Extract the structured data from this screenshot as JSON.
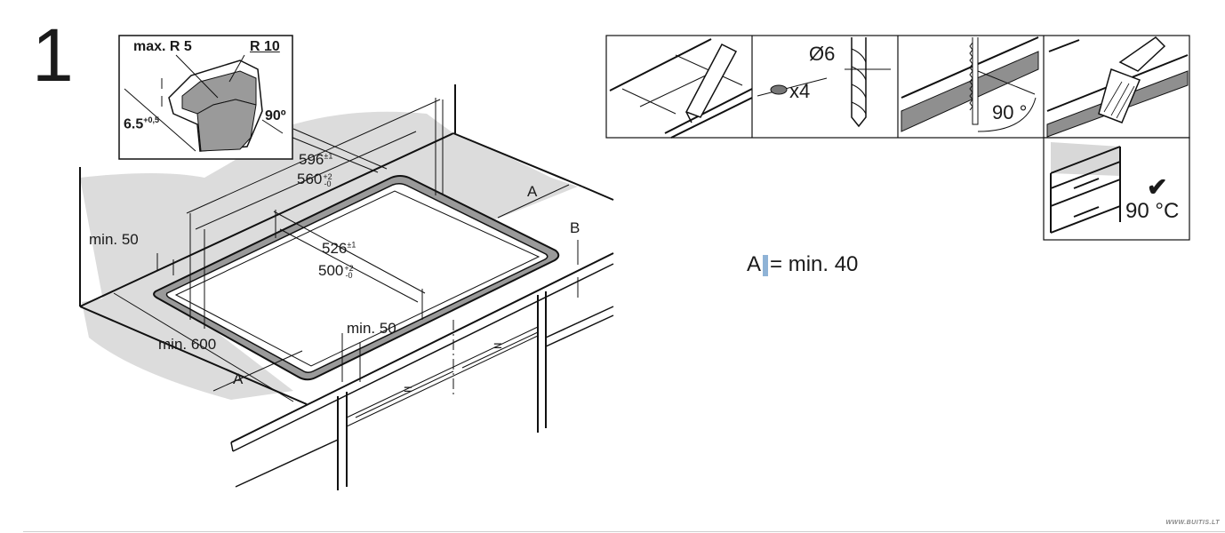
{
  "step": {
    "number": "1"
  },
  "inset": {
    "max_radius": "max. R 5",
    "radius": "R 10",
    "depth_value": "6.5",
    "depth_tolerance": "+0,5",
    "angle": "90º"
  },
  "dimensions": {
    "outer_width": "596",
    "outer_width_tol": "±1",
    "cutout_width": "560",
    "cutout_width_tol_top": "+2",
    "cutout_width_tol_bottom": "-0",
    "outer_depth": "526",
    "outer_depth_tol": "±1",
    "cutout_depth": "500",
    "cutout_depth_tol_top": "+2",
    "cutout_depth_tol_bottom": "-0",
    "min_side_left": "min. 50",
    "min_front": "min. 50",
    "min_worktop": "min. 600",
    "label_a_front": "A",
    "label_a_back": "A",
    "label_b": "B",
    "equal_left": "=",
    "equal_right": "="
  },
  "panels": {
    "drill_diameter": "Ø6",
    "dowel_count": "x4",
    "saw_angle": "90 °",
    "heat_resistance": "90 °C"
  },
  "formula": {
    "label": "A",
    "text": "= min. 40"
  },
  "watermark": "WWW.BUITIS.LT"
}
